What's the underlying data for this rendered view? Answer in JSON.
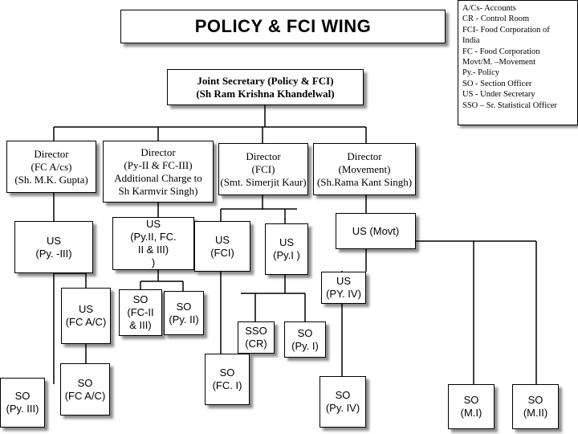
{
  "title": "POLICY & FCI WING",
  "joint_secretary": "Joint Secretary (Policy & FCI)\n(Sh Ram Krishna Khandelwal)",
  "legend": [
    "A/Cs- Accounts",
    "CR  - Control Room",
    "FCI- Food Corporation of",
    "India",
    "FC   - Food Corporation",
    "Movt/M. –Movement",
    "Py.- Policy",
    "SO - Section Officer",
    "US - Under Secretary",
    "SSO – Sr. Statistical Officer"
  ],
  "directors": {
    "fc_acs": "Director\n(FC A/cs)\n(Sh. M.K. Gupta)",
    "py_fc": "Director\n(Py-II & FC-III)\nAdditional Charge to\nSh Karmvir Singh)",
    "fci": "Director\n(FCI)\n(Smt. Simerjit Kaur)",
    "movement": "Director\n(Movement)\n(Sh.Rama Kant Singh)"
  },
  "under_secretaries": {
    "py3": "US\n(Py. -III)",
    "py2_fc3": "US\n(Py.II, FC.\nII & III)\n)",
    "fci": "US\n(FCI)",
    "py1": "US\n(Py.I )",
    "movt": "US (Movt)",
    "fc_acs": "US\n(FC A/C)",
    "py4": "US\n(PY. IV)"
  },
  "section_officers": {
    "fc2_fc3": "SO\n(FC-II\n& III)",
    "py2": "SO\n(Py. II)",
    "sso_cr": "SSO\n(CR)",
    "py1": "SO\n(Py. I)",
    "py3": "SO\n(Py. III)",
    "fc_acs": "SO\n(FC A/C)",
    "fc1": "SO\n(FC. I)",
    "py4": "SO\n(Py. IV)",
    "m1": "SO\n(M.I)",
    "m2": "SO\n(M.II)"
  }
}
